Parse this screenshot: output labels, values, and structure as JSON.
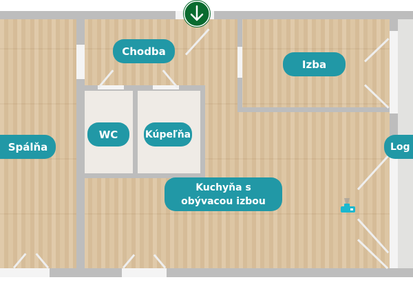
{
  "floorplan": {
    "rooms": [
      {
        "id": "spalna",
        "label": "Spálňa"
      },
      {
        "id": "chodba",
        "label": "Chodba"
      },
      {
        "id": "izba",
        "label": "Izba"
      },
      {
        "id": "wc",
        "label": "WC"
      },
      {
        "id": "kupelna",
        "label": "Kúpeľňa"
      },
      {
        "id": "kuchyna",
        "label": "Kuchyňa s obývacou izbou"
      },
      {
        "id": "loggia",
        "label": "Log"
      }
    ],
    "icons": {
      "entrance": "arrow-down-entrance-icon",
      "camera": "camera-viewpoint-icon"
    },
    "colors": {
      "label_bg": "#2198a6",
      "entrance": "#0a6b2f",
      "wall": "#bdbdbd",
      "camera": "#1bb8cf"
    }
  }
}
